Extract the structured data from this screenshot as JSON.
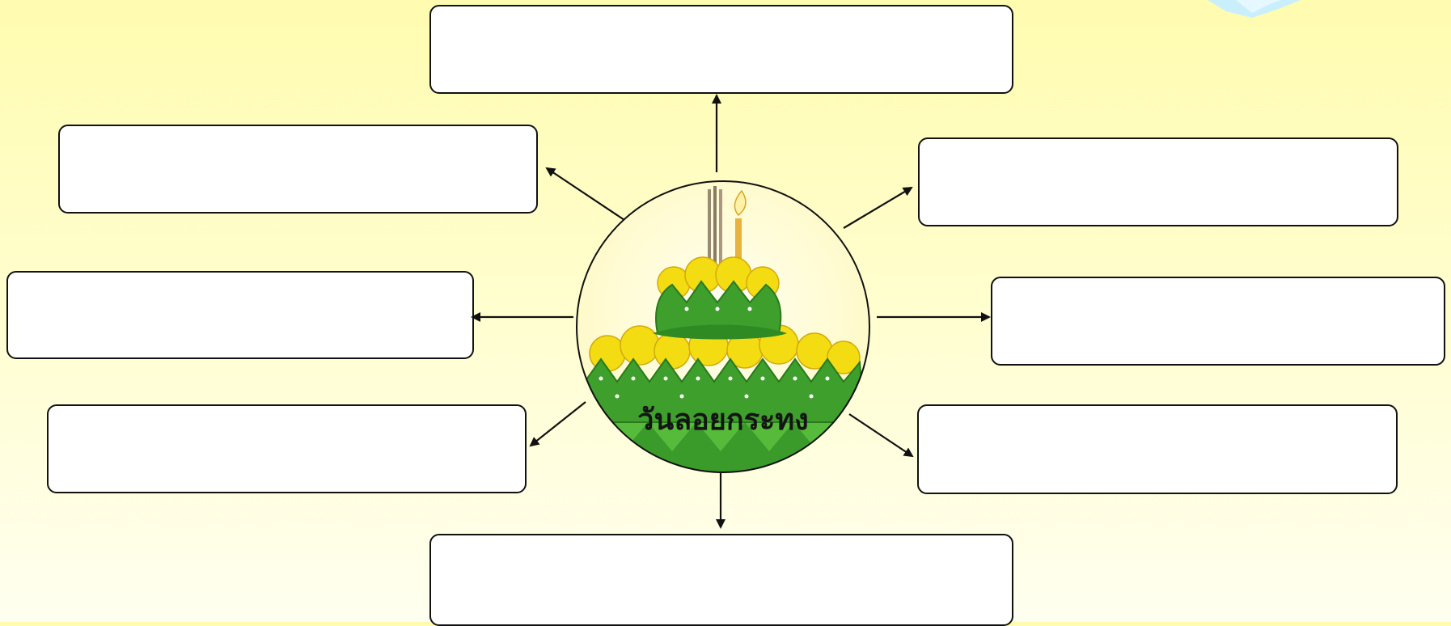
{
  "diagram": {
    "center_label": "วันลอยกระทง",
    "boxes": [
      {
        "id": "top",
        "text": ""
      },
      {
        "id": "upper-left",
        "text": ""
      },
      {
        "id": "upper-right",
        "text": ""
      },
      {
        "id": "middle-left",
        "text": ""
      },
      {
        "id": "middle-right",
        "text": ""
      },
      {
        "id": "lower-left",
        "text": ""
      },
      {
        "id": "lower-right",
        "text": ""
      },
      {
        "id": "bottom",
        "text": ""
      }
    ]
  },
  "colors": {
    "background_top": "#fffcb0",
    "background_bottom": "#fffff0",
    "krathong_green": "#3a9a2a",
    "krathong_yellow": "#f3dc12"
  },
  "icons": [
    "krathong-icon",
    "incense-icon",
    "candle-icon"
  ]
}
